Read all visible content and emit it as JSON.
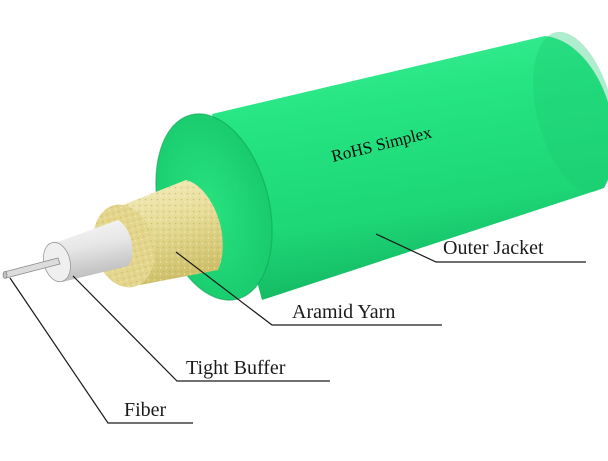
{
  "diagram": {
    "jacket_label": "RoHS Simplex",
    "callouts": {
      "outer_jacket": "Outer Jacket",
      "aramid_yarn": "Aramid Yarn",
      "tight_buffer": "Tight Buffer",
      "fiber": "Fiber"
    },
    "colors": {
      "jacket": "#22e27f",
      "jacket_dark": "#14b862",
      "yarn": "#e8dd9a",
      "buffer": "#e9e9e9",
      "fiber": "#d0d0d0"
    }
  }
}
